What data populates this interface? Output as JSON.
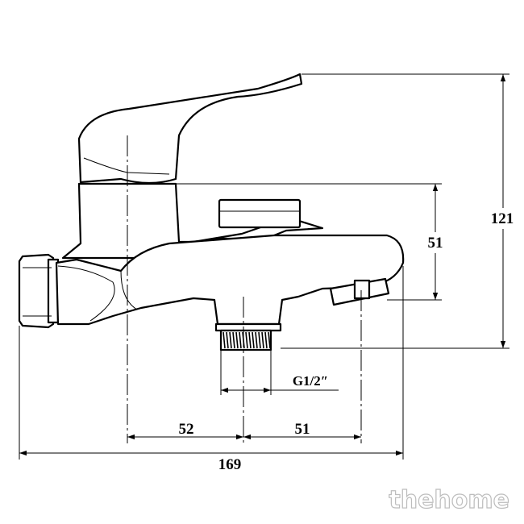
{
  "dimensions": {
    "overall_length": "169",
    "left_to_outlet": "52",
    "outlet_to_spout": "51",
    "overall_height": "121",
    "spout_height": "51",
    "thread": "G1/2″"
  },
  "watermark": "thehome"
}
